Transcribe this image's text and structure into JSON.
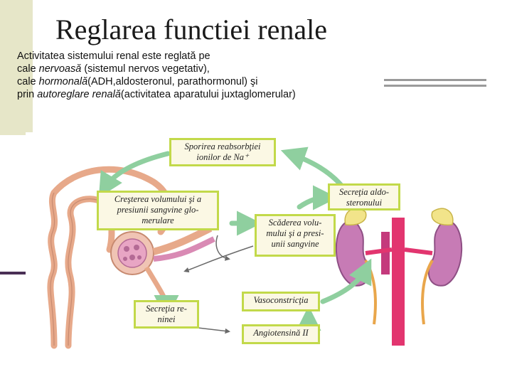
{
  "title": "Reglarea functiei renale",
  "intro": {
    "line1": "Activitatea sistemului renal este reglată pe",
    "line2_plain": " cale ",
    "line2_italic": "nervoasă",
    "line2_rest": " (sistemul nervos vegetativ),",
    "line3_plain": "cale ",
    "line3_italic": "hormonală",
    "line3_rest": "(ADH,aldosteronul, parathormonul) şi",
    "line4_plain": "prin ",
    "line4_italic": "autoreglare renală",
    "line4_rest": "(activitatea aparatului juxtaglomerular)"
  },
  "diagram": {
    "sodium": [
      "Sporirea reabsorbţiei",
      "ionilor de Na⁺"
    ],
    "volume_increase": [
      "Creşterea volumului şi a",
      "presiunii sangvine glo-",
      "merulare"
    ],
    "aldosterone": [
      "Secreţia aldo-",
      "steronului"
    ],
    "volume_decrease": [
      "Scăderea volu-",
      "mului şi a presi-",
      "unii sangvine"
    ],
    "renin": [
      "Secreţia re-",
      "ninei"
    ],
    "vasoconstriction": [
      "Vasoconstricţia"
    ],
    "angiotensin": [
      "Angiotensină II"
    ]
  },
  "colors": {
    "arrow": "#8fcf9f",
    "label_border": "#c2d94a",
    "label_fill": "#fbf8e4",
    "kidney": "#c77bb5",
    "adrenal": "#f2e48a",
    "tubule": "#e7a98a"
  }
}
